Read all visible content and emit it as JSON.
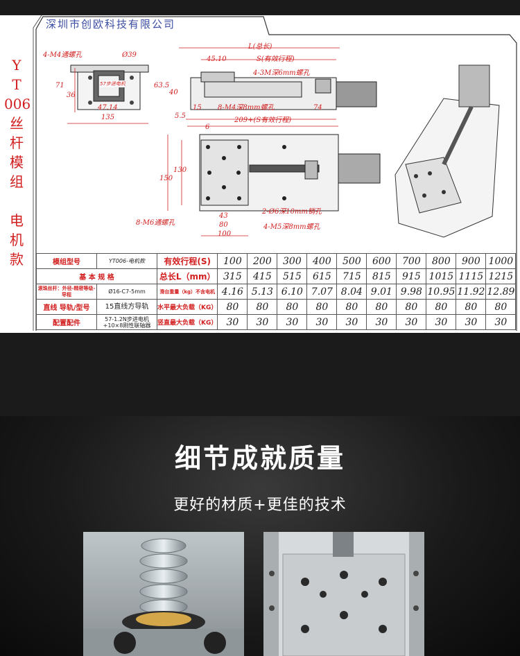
{
  "company": "深圳市创欧科技有限公司",
  "side_title": [
    "Y",
    "T",
    "006",
    "丝",
    "杆",
    "模",
    "组",
    "",
    "电",
    "机",
    "款"
  ],
  "dims": {
    "front_holes": "4-M4通螺孔",
    "diameter": "Ø39",
    "h71": "71",
    "h36": "36",
    "w47": "47.14",
    "w135": "135",
    "motor_tag": "57步进电机",
    "total_len": "L(总长)",
    "stroke": "S(有效行程)",
    "w45": "45.10",
    "top_holes": "4-3M深6mm螺孔",
    "h63": "63.5",
    "h40": "40",
    "w5": "5.5",
    "w15": "15",
    "side_holes": "8-M4深8mm螺孔",
    "w74": "74",
    "len209": "209+(S有效行程)",
    "w6": "6",
    "h130": "130",
    "h150": "150",
    "pin_holes": "2-Ø6深10mm销孔",
    "m6_holes": "8-M6通螺孔",
    "m5_holes": "4-M5深8mm螺孔",
    "w43": "43",
    "w80": "80",
    "w100": "100"
  },
  "table": {
    "model_label": "模组型号",
    "model_value": "YT006-电机款",
    "basic_label": "基 本 规 格",
    "screw_label": "滚珠丝杆：外径-精密等级-导程",
    "screw_value": "Ø16-C7-5mm",
    "rail_label": "直线 导轨/型号",
    "rail_value": "15直线方导轨",
    "config_label": "配置配件",
    "config_value": [
      "57-1.2N步进电机",
      "+10×8刚性联轴器"
    ],
    "rows": [
      {
        "label": "有效行程(S)",
        "values": [
          "100",
          "200",
          "300",
          "400",
          "500",
          "600",
          "700",
          "800",
          "900",
          "1000"
        ]
      },
      {
        "label": "总长L（mm）",
        "values": [
          "315",
          "415",
          "515",
          "615",
          "715",
          "815",
          "915",
          "1015",
          "1115",
          "1215"
        ]
      },
      {
        "label": "滑台重量（kg）不含电机",
        "values": [
          "4.16",
          "5.13",
          "6.10",
          "7.07",
          "8.04",
          "9.01",
          "9.98",
          "10.95",
          "11.92",
          "12.89"
        ]
      },
      {
        "label": "水平最大负载（KG）",
        "values": [
          "80",
          "80",
          "80",
          "80",
          "80",
          "80",
          "80",
          "80",
          "80",
          "80"
        ]
      },
      {
        "label": "竖直最大负载（KG）",
        "values": [
          "30",
          "30",
          "30",
          "30",
          "30",
          "30",
          "30",
          "30",
          "30",
          "30"
        ]
      }
    ]
  },
  "headline": "细节成就质量",
  "subline": "更好的材质+更佳的技术",
  "colors": {
    "accent_red": "#d21e1e",
    "company_blue": "#3c4ea3"
  }
}
